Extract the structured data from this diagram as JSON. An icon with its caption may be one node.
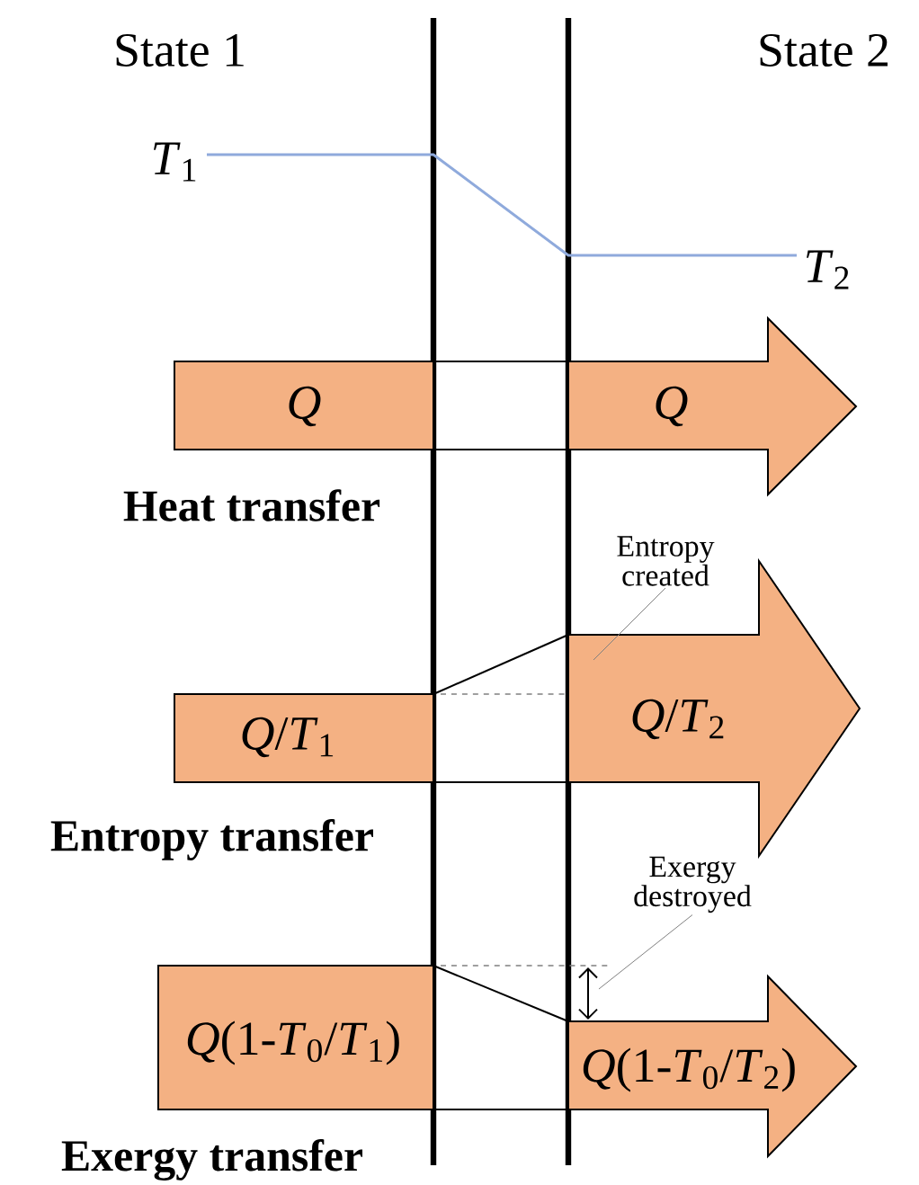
{
  "diagram": {
    "nodes": [
      {
        "text": [
          "*Q*"
        ]
      },
      {
        "text": [
          "*Q*"
        ]
      },
      {
        "text": [
          "Entropy created"
        ]
      },
      {
        "text": [
          "*Q*/*T*$_{1}$"
        ]
      },
      {
        "text": [
          "*Q*/*T*$_{2}$"
        ]
      },
      {
        "text": [
          "Exergy destroyed"
        ]
      },
      {
        "text": [
          "*Q*(1-*T*$_{0}$/*T*$_{1}$)"
        ]
      },
      {
        "text": [
          "*Q*(1-*T*$_{0}$/*T*$_{2}$)"
        ]
      }
    ],
    "edges": [
      {
        "from": 2,
        "to": 4,
        "arrow": "none"
      },
      {
        "from": 5,
        "to": null,
        "arrow": "none"
      }
    ],
    "labels": [
      "State 1",
      "State 2",
      "*T*$_{1}$",
      "*T*$_{2}$",
      "Heat transfer",
      "Entropy transfer",
      "Exergy transfer"
    ]
  }
}
